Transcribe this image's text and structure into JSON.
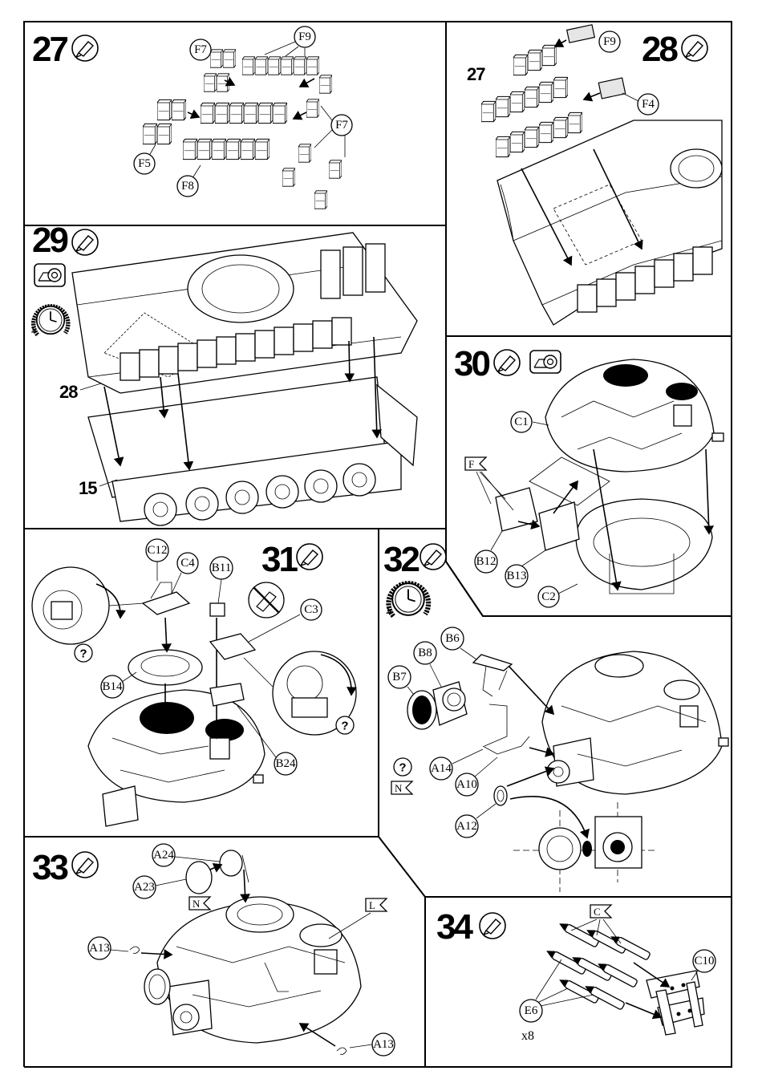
{
  "steps": {
    "s27": {
      "number": "27",
      "callouts": {
        "f7a": "F7",
        "f9": "F9",
        "f7b": "F7",
        "f5": "F5",
        "f8": "F8"
      },
      "icons": [
        "glue-icon"
      ]
    },
    "s28": {
      "number": "28",
      "ref": "27",
      "callouts": {
        "f9": "F9",
        "f4": "F4"
      },
      "icons": [
        "glue-icon"
      ]
    },
    "s29": {
      "number": "29",
      "refs": {
        "a": "28",
        "b": "15"
      },
      "icons": [
        "glue-icon",
        "tape-icon",
        "clock-icon"
      ]
    },
    "s30": {
      "number": "30",
      "flag": "F",
      "callouts": {
        "c1": "C1",
        "b12": "B12",
        "b13": "B13",
        "c2": "C2"
      },
      "icons": [
        "glue-icon",
        "tape-icon"
      ]
    },
    "s31": {
      "number": "31",
      "callouts": {
        "c12": "C12",
        "c4": "C4",
        "b11": "B11",
        "c3": "C3",
        "b14": "B14",
        "b24": "B24"
      },
      "icons": [
        "glue-icon",
        "no-glue-icon",
        "question-icon"
      ]
    },
    "s32": {
      "number": "32",
      "flag": "N",
      "callouts": {
        "b8": "B8",
        "b6": "B6",
        "b7": "B7",
        "a14": "A14",
        "a10": "A10",
        "a12": "A12"
      },
      "icons": [
        "glue-icon",
        "clock-icon",
        "question-icon"
      ]
    },
    "s33": {
      "number": "33",
      "flags": {
        "n": "N",
        "l": "L"
      },
      "callouts": {
        "a24": "A24",
        "a23": "A23",
        "a13a": "A13",
        "a13b": "A13"
      },
      "icons": [
        "glue-icon"
      ]
    },
    "s34": {
      "number": "34",
      "flag": "C",
      "quantity": "x8",
      "callouts": {
        "c10": "C10",
        "e6": "E6"
      },
      "icons": [
        "glue-icon"
      ]
    }
  },
  "question_mark": "?"
}
